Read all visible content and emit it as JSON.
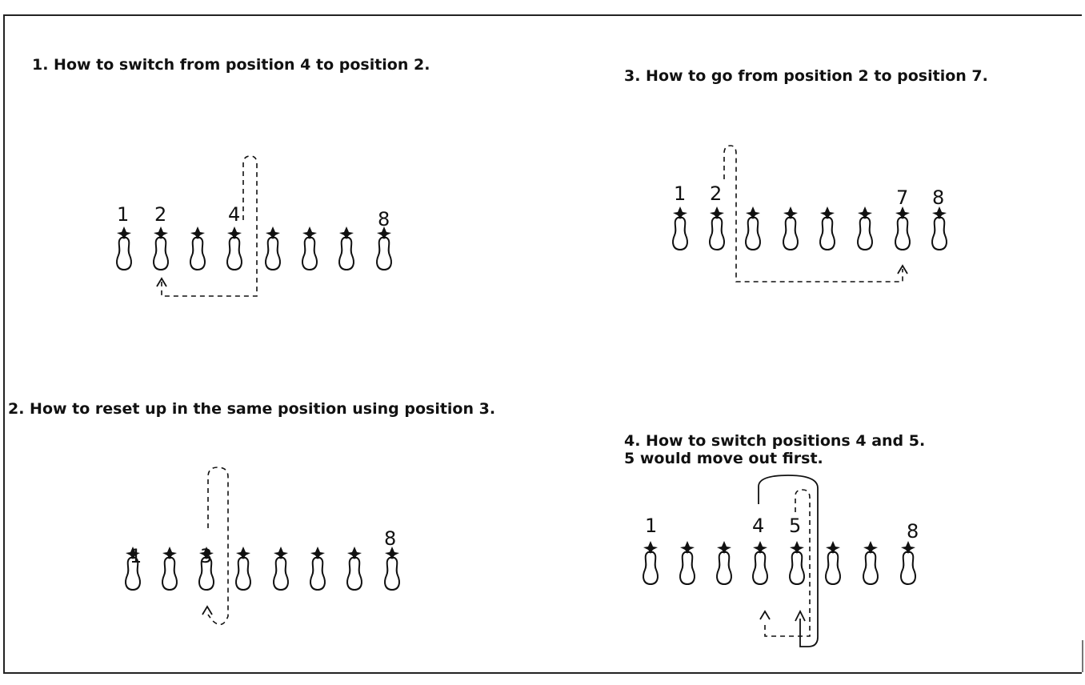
{
  "captions": {
    "panel1": "1. How to switch from position 4 to position 2.",
    "panel2": "2. How to reset up in the same position using position 3.",
    "panel3": "3. How to go from position 2 to position 7.",
    "panel4": "4. How to switch positions 4 and 5.\n5 would move out first."
  },
  "panels": [
    {
      "id": "panel1",
      "positions": 8,
      "labels": {
        "1": "1",
        "2": "2",
        "4": "4",
        "8": "8"
      }
    },
    {
      "id": "panel2",
      "positions": 8,
      "labels": {
        "1": "1",
        "3": "3",
        "8": "8"
      }
    },
    {
      "id": "panel3",
      "positions": 8,
      "labels": {
        "1": "1",
        "2": "2",
        "7": "7",
        "8": "8"
      }
    },
    {
      "id": "panel4",
      "positions": 8,
      "labels": {
        "1": "1",
        "4": "4",
        "5": "5",
        "8": "8"
      }
    }
  ]
}
